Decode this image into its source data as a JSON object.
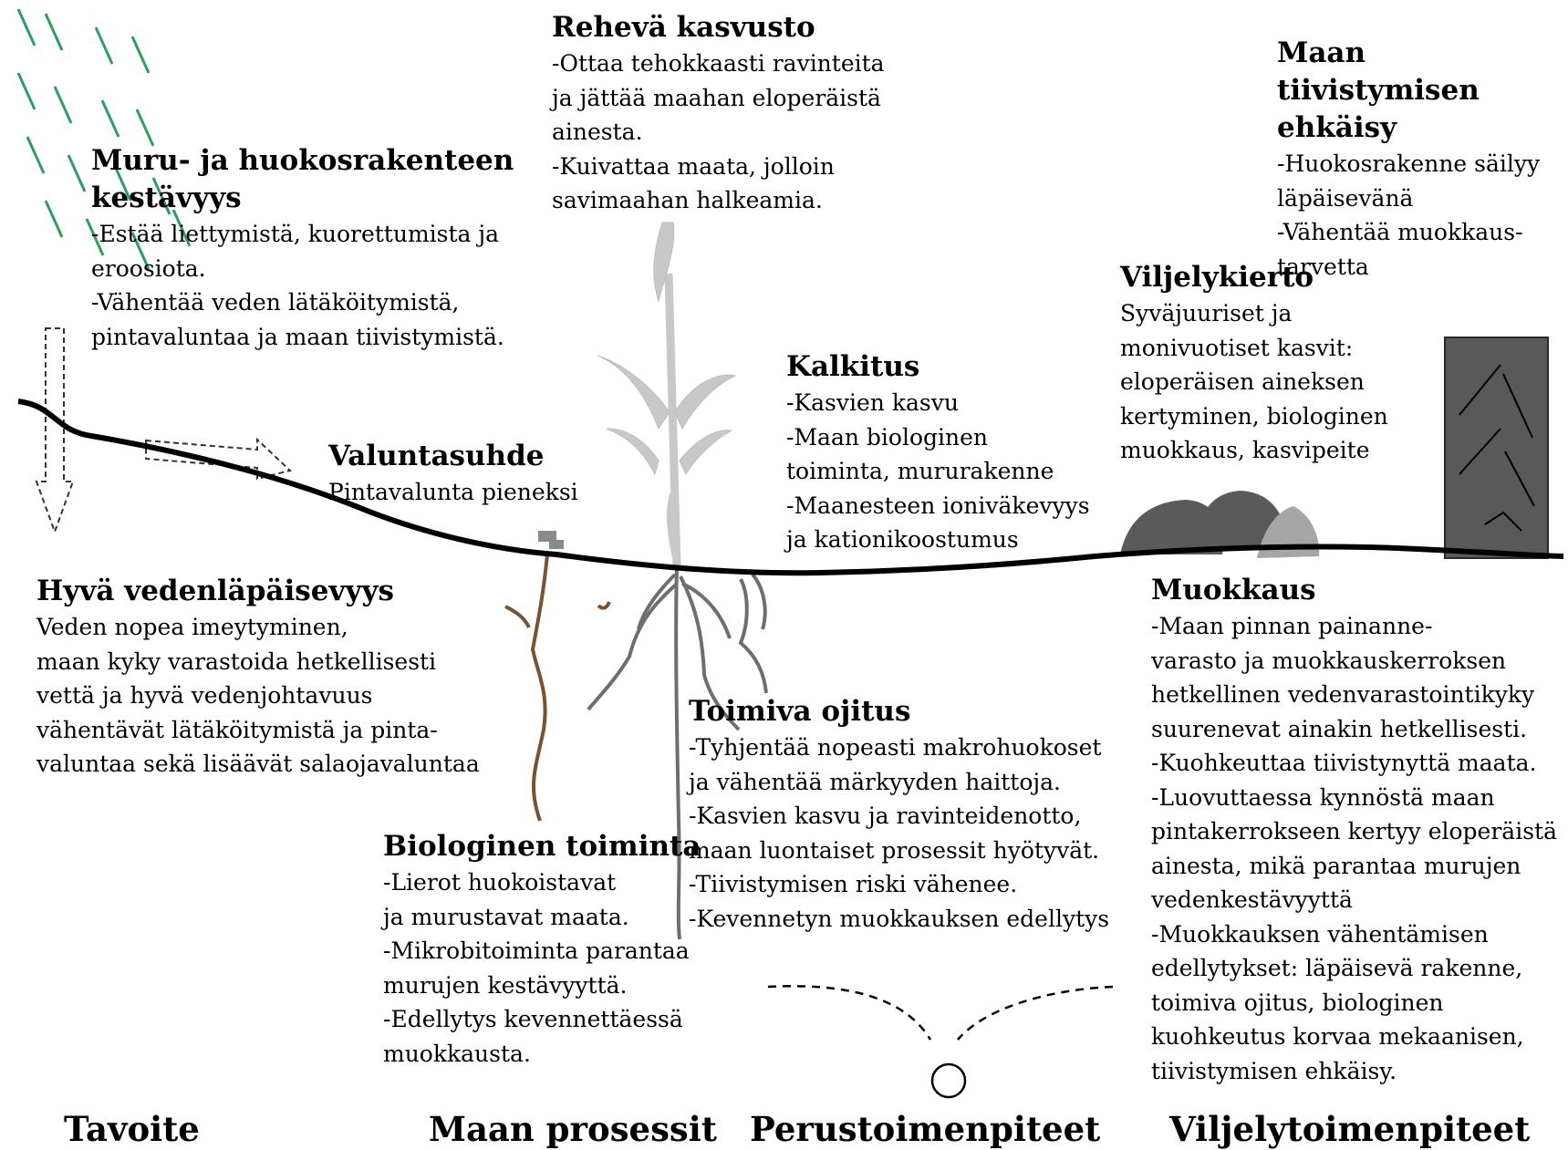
{
  "blocks": {
    "muru": {
      "title": "Muru- ja huokosrakenteen\nkestävyys",
      "lines": [
        "-Estää liettymistä, kuorettumista ja",
        "eroosiota.",
        "-Vähentää veden lätäköitymistä,",
        "pintavaluntaa ja maan tiivistymistä."
      ]
    },
    "reheva": {
      "title": "Rehevä kasvusto",
      "lines": [
        "-Ottaa tehokkaasti ravinteita",
        "ja jättää maahan eloperäistä",
        "ainesta.",
        "-Kuivattaa maata, jolloin",
        "savimaahan halkeamia."
      ]
    },
    "tiivistyminen": {
      "title": "Maan tiivistymisen\nehkäisy",
      "lines": [
        "-Huokosrakenne säilyy",
        "läpäisevänä",
        "-Vähentää muokkaus-",
        "tarvetta"
      ]
    },
    "viljelykierto": {
      "title": "Viljelykierto",
      "lines": [
        "Syväjuuriset ja",
        "monivuotiset kasvit:",
        "eloperäisen aineksen",
        "kertyminen, biologinen",
        "muokkaus, kasvipeite"
      ]
    },
    "kalkitus": {
      "title": "Kalkitus",
      "lines": [
        "-Kasvien kasvu",
        "-Maan biologinen",
        "toiminta, mururakenne",
        "-Maanesteen ioniväkevyys",
        "ja kationikoostumus"
      ]
    },
    "valunta": {
      "title": "Valuntasuhde",
      "lines": [
        "Pintavalunta pieneksi"
      ]
    },
    "vedenlapaisevyys": {
      "title": "Hyvä vedenläpäisevyys",
      "lines": [
        "Veden nopea imeytyminen,",
        "maan kyky varastoida hetkellisesti",
        "vettä ja hyvä vedenjohtavuus",
        "vähentävät lätäköitymistä ja pinta-",
        "valuntaa sekä lisäävät salaojavaluntaa"
      ]
    },
    "ojitus": {
      "title": "Toimiva ojitus",
      "lines": [
        "-Tyhjentää nopeasti makrohuokoset",
        "ja vähentää märkyyden haittoja.",
        "-Kasvien kasvu ja ravinteidenotto,",
        "maan luontaiset prosessit hyötyvät.",
        "-Tiivistymisen riski vähenee.",
        "-Kevennetyn muokkauksen edellytys"
      ]
    },
    "biologinen": {
      "title": "Biologinen toiminta",
      "lines": [
        "-Lierot huokoistavat",
        "ja murustavat maata.",
        "-Mikrobitoiminta parantaa",
        "murujen kestävyyttä.",
        "-Edellytys kevennettäessä",
        "muokkausta."
      ]
    },
    "muokkaus": {
      "title": "Muokkaus",
      "lines": [
        "-Maan pinnan painanne-",
        "varasto ja muokkauskerroksen",
        "hetkellinen vedenvarastointikyky",
        "suurenevat ainakin hetkellisesti.",
        "-Kuohkeuttaa tiivistynyttä maata.",
        "-Luovuttaessa kynnöstä maan",
        "pintakerrokseen kertyy eloperäistä",
        "ainesta, mikä parantaa murujen",
        "vedenkestävyyttä",
        "-Muokkauksen vähentämisen",
        "edellytykset: läpäisevä rakenne,",
        "toimiva ojitus, biologinen",
        "kuohkeutus korvaa mekaanisen,",
        "tiivistymisen ehkäisy."
      ]
    }
  },
  "bottom_labels": {
    "tavoite": "Tavoite",
    "prosessit": "Maan prosessit",
    "perus": "Perustoimenpiteet",
    "viljely": "Viljelytoimenpiteet"
  },
  "colors": {
    "rain": "#2e9e5f",
    "ground": "#000000",
    "plant": "#c8c8c8",
    "roots": "#6e6e6e",
    "earthworm_trail": "#7a5230",
    "stones": "#5a5a5a",
    "stone_light": "#a6a6a6",
    "bale": "#595959"
  },
  "icons": [
    "rain-icon",
    "infiltration-arrow-icon",
    "runoff-arrow-icon",
    "plant-icon",
    "root-icon",
    "earthworm-icon",
    "stone-icon",
    "bale-icon",
    "drain-pipe-icon"
  ]
}
